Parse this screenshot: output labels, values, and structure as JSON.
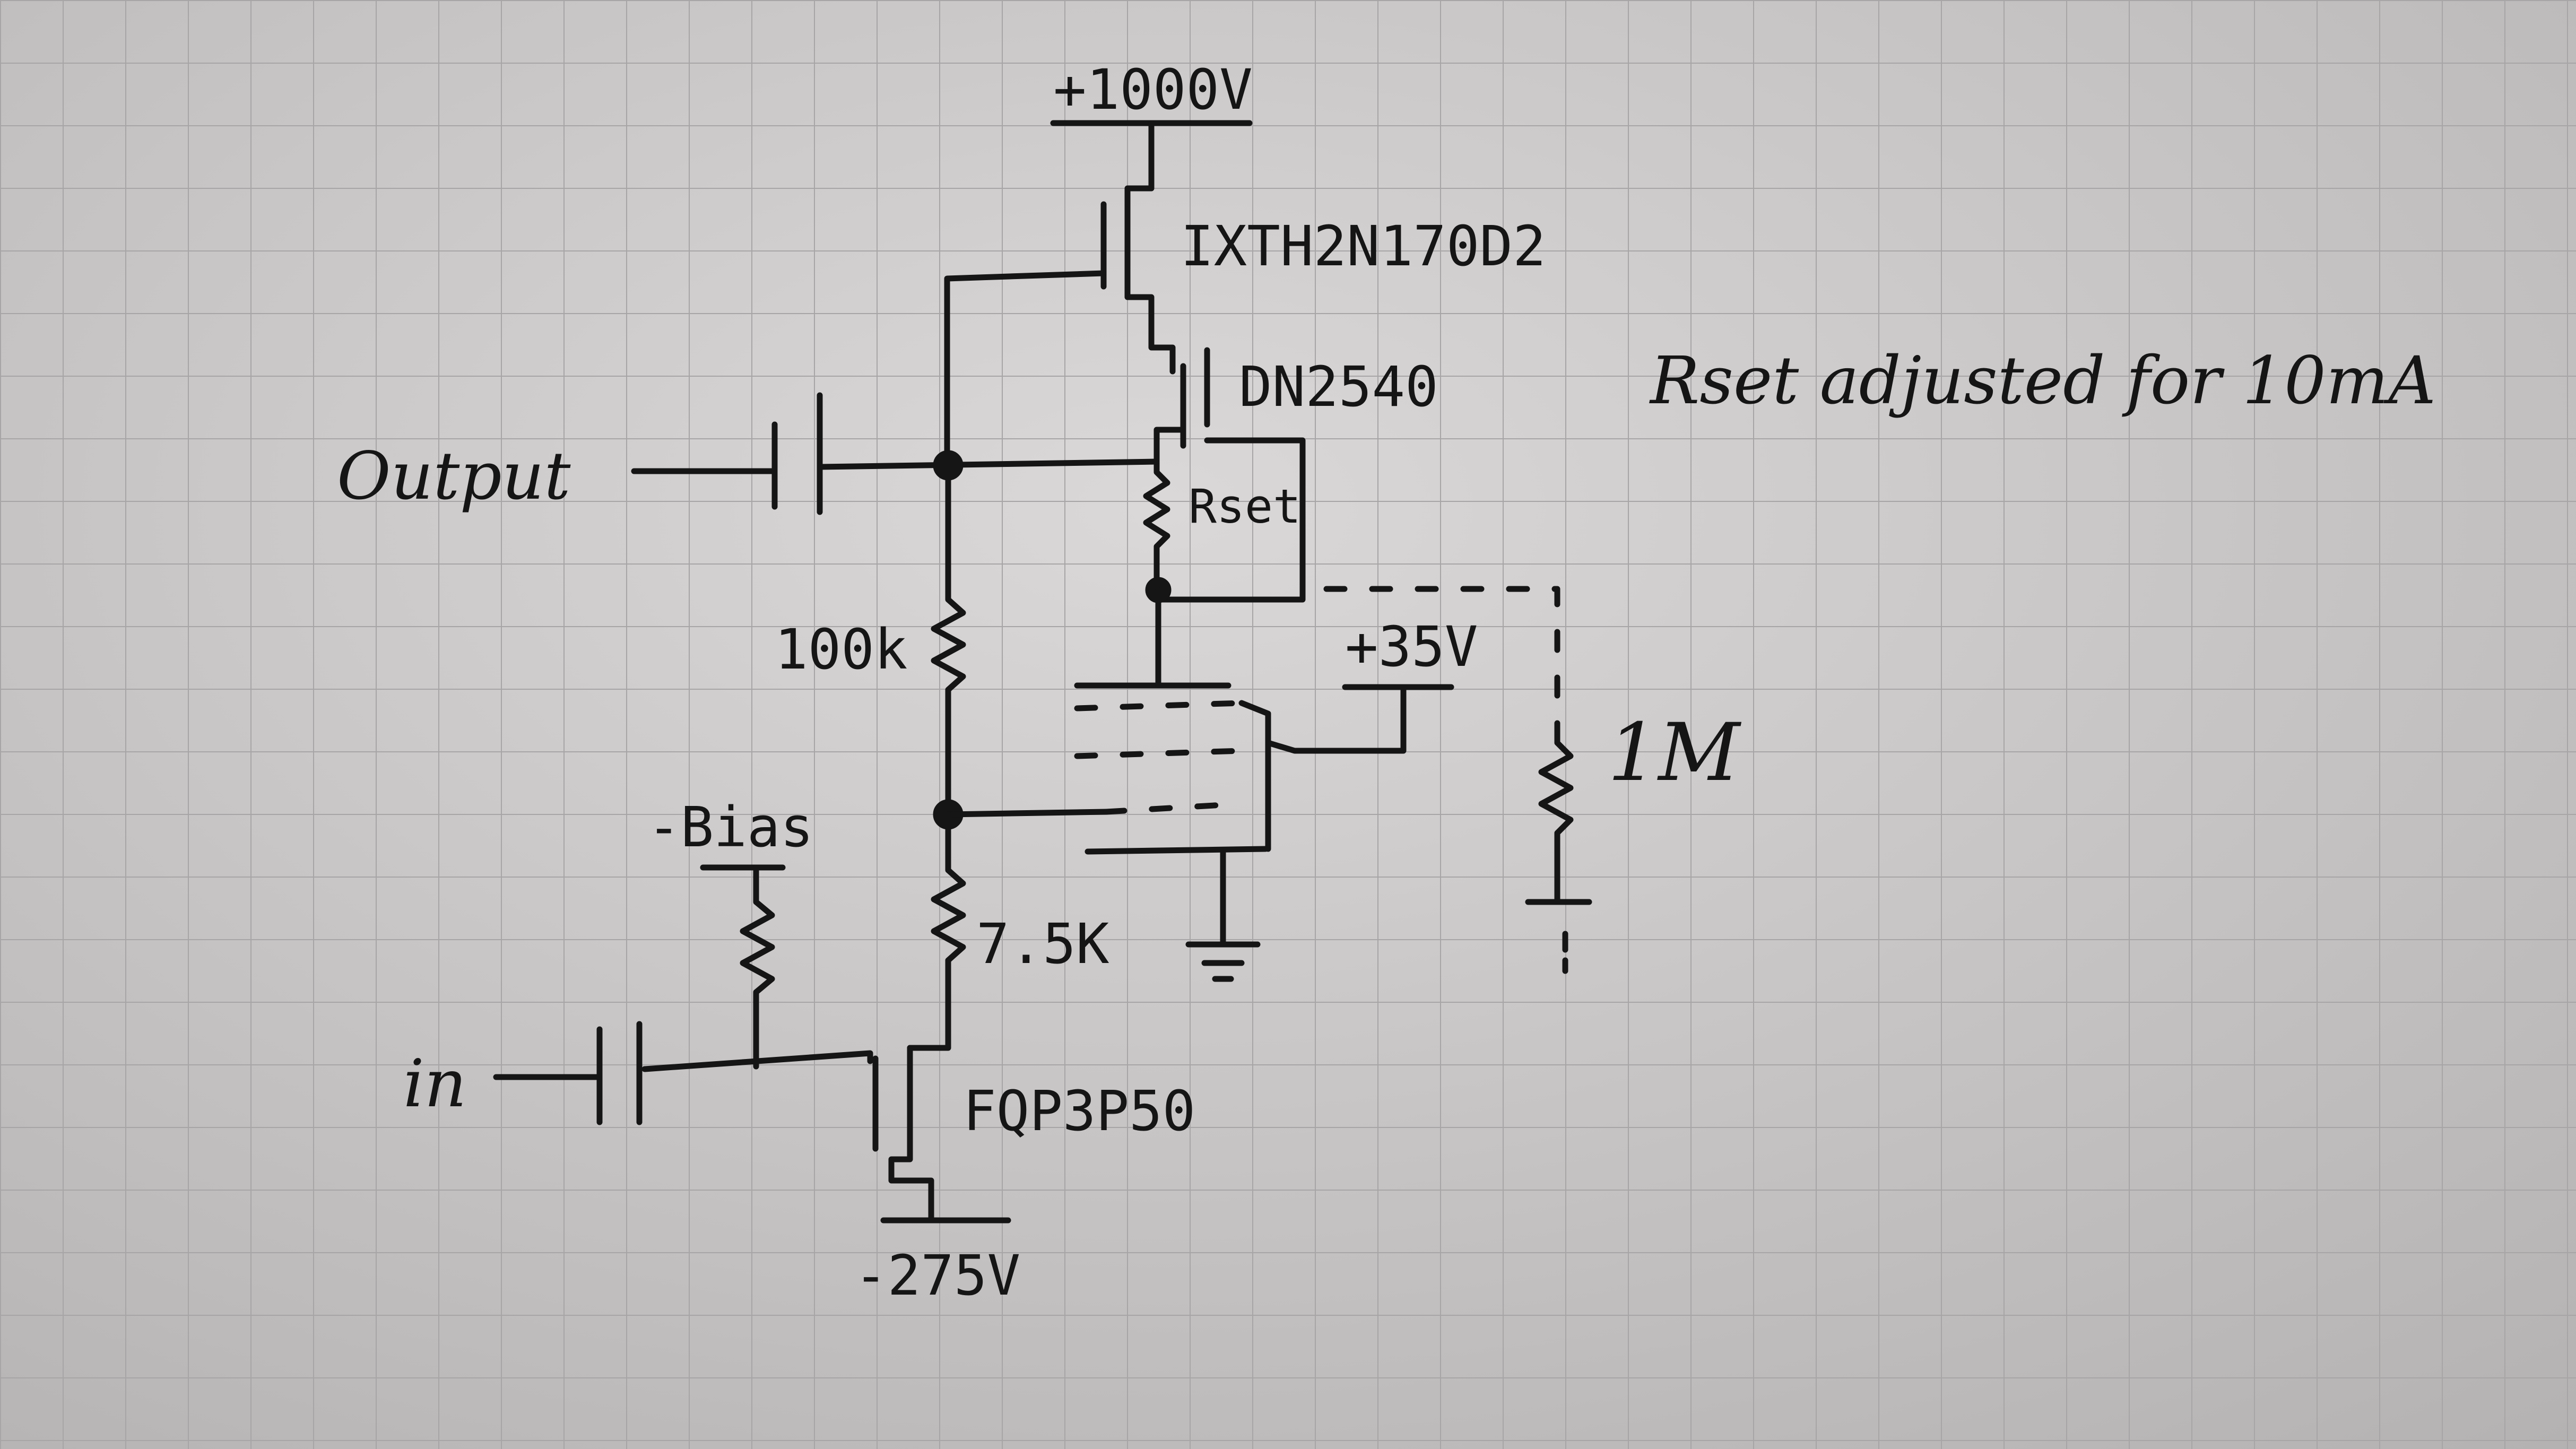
{
  "colors": {
    "paper": "#d2d0d0",
    "paper_shadow": "#b9b7b7",
    "grid": "#a7a5a6",
    "ink": "#151515"
  },
  "labels": {
    "supply_high": "+1000V",
    "mosfet_top": "IXTH2N170D2",
    "mosfet_ccs": "DN2540",
    "note": "Rset adjusted for 10mA",
    "output": "Output",
    "r_set": "Rset",
    "r_100k": "100k",
    "supply_screen": "+35V",
    "r_1m": "1M",
    "bias": "-Bias",
    "r_7k5": "7.5K",
    "input": "in",
    "mosfet_input": "FQP3P50",
    "supply_low": "-275V"
  }
}
